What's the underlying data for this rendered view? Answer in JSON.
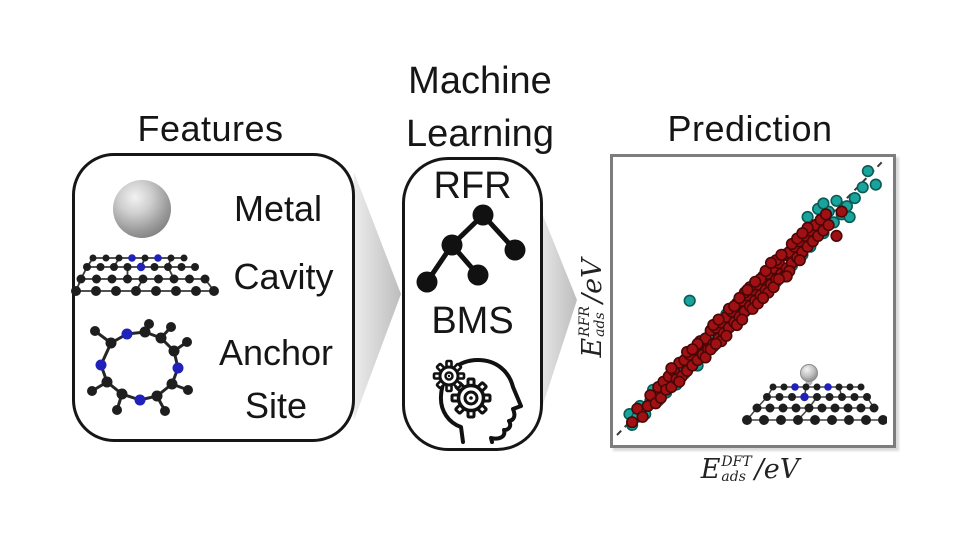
{
  "figure": {
    "features": {
      "title": "Features",
      "metal_label": "Metal",
      "cavity_label": "Cavity",
      "anchor_line1": "Anchor",
      "anchor_line2": "Site"
    },
    "ml": {
      "title_line1": "Machine",
      "title_line2": "Learning",
      "method1": "RFR",
      "method2": "BMS"
    },
    "prediction": {
      "title": "Prediction",
      "y_axis": {
        "var": "E",
        "sup": "RFR",
        "sub": "ads",
        "unit": "/eV"
      },
      "x_axis": {
        "var": "E",
        "sup": "DFT",
        "sub": "ads",
        "unit": "/eV"
      }
    }
  },
  "colors": {
    "teal_fill": "#18a49d",
    "teal_stroke": "#0a5a55",
    "red_fill": "#a01113",
    "red_stroke": "#4a0607",
    "dashed_line": "#3a3a3a",
    "frame": "#7d7d7d",
    "nitrogen_blue": "#2020bb",
    "carbon_dark": "#1e1e1e"
  },
  "chart_data": {
    "type": "scatter",
    "title": "Prediction",
    "xlabel": "E_ads^DFT / eV",
    "ylabel": "E_ads^RFR / eV",
    "ticks": "none (unlabeled parity plot)",
    "parity_line": true,
    "axis_range_normalized": [
      0,
      1
    ],
    "series": [
      {
        "name": "teal-points",
        "points": [
          [
            0.04,
            0.07
          ],
          [
            0.05,
            0.03
          ],
          [
            0.07,
            0.06
          ],
          [
            0.08,
            0.1
          ],
          [
            0.1,
            0.07
          ],
          [
            0.12,
            0.12
          ],
          [
            0.13,
            0.16
          ],
          [
            0.15,
            0.12
          ],
          [
            0.16,
            0.17
          ],
          [
            0.18,
            0.15
          ],
          [
            0.2,
            0.22
          ],
          [
            0.22,
            0.18
          ],
          [
            0.23,
            0.25
          ],
          [
            0.25,
            0.22
          ],
          [
            0.27,
            0.49
          ],
          [
            0.28,
            0.27
          ],
          [
            0.3,
            0.25
          ],
          [
            0.31,
            0.33
          ],
          [
            0.33,
            0.3
          ],
          [
            0.35,
            0.37
          ],
          [
            0.36,
            0.32
          ],
          [
            0.38,
            0.4
          ],
          [
            0.4,
            0.36
          ],
          [
            0.41,
            0.44
          ],
          [
            0.43,
            0.4
          ],
          [
            0.45,
            0.47
          ],
          [
            0.46,
            0.42
          ],
          [
            0.48,
            0.5
          ],
          [
            0.5,
            0.46
          ],
          [
            0.51,
            0.54
          ],
          [
            0.53,
            0.49
          ],
          [
            0.55,
            0.57
          ],
          [
            0.56,
            0.52
          ],
          [
            0.58,
            0.61
          ],
          [
            0.6,
            0.56
          ],
          [
            0.61,
            0.64
          ],
          [
            0.63,
            0.59
          ],
          [
            0.65,
            0.67
          ],
          [
            0.66,
            0.62
          ],
          [
            0.68,
            0.71
          ],
          [
            0.7,
            0.66
          ],
          [
            0.71,
            0.74
          ],
          [
            0.73,
            0.69
          ],
          [
            0.75,
            0.77
          ],
          [
            0.76,
            0.83
          ],
          [
            0.78,
            0.74
          ],
          [
            0.8,
            0.82
          ],
          [
            0.82,
            0.78
          ],
          [
            0.83,
            0.86
          ],
          [
            0.85,
            0.81
          ],
          [
            0.87,
            0.84
          ],
          [
            0.88,
            0.8
          ],
          [
            0.9,
            0.87
          ],
          [
            0.93,
            0.91
          ],
          [
            0.95,
            0.97
          ],
          [
            0.98,
            0.92
          ],
          [
            0.78,
            0.85
          ],
          [
            0.72,
            0.8
          ]
        ]
      },
      {
        "name": "dark-red-points",
        "points": [
          [
            0.05,
            0.04
          ],
          [
            0.07,
            0.09
          ],
          [
            0.09,
            0.06
          ],
          [
            0.11,
            0.1
          ],
          [
            0.12,
            0.14
          ],
          [
            0.14,
            0.11
          ],
          [
            0.15,
            0.17
          ],
          [
            0.16,
            0.13
          ],
          [
            0.17,
            0.19
          ],
          [
            0.18,
            0.16
          ],
          [
            0.19,
            0.21
          ],
          [
            0.2,
            0.17
          ],
          [
            0.21,
            0.23
          ],
          [
            0.22,
            0.2
          ],
          [
            0.23,
            0.26
          ],
          [
            0.24,
            0.21
          ],
          [
            0.25,
            0.27
          ],
          [
            0.26,
            0.23
          ],
          [
            0.27,
            0.29
          ],
          [
            0.28,
            0.25
          ],
          [
            0.29,
            0.31
          ],
          [
            0.3,
            0.27
          ],
          [
            0.31,
            0.34
          ],
          [
            0.32,
            0.29
          ],
          [
            0.33,
            0.35
          ],
          [
            0.34,
            0.31
          ],
          [
            0.35,
            0.38
          ],
          [
            0.36,
            0.33
          ],
          [
            0.37,
            0.39
          ],
          [
            0.38,
            0.35
          ],
          [
            0.39,
            0.41
          ],
          [
            0.4,
            0.37
          ],
          [
            0.41,
            0.43
          ],
          [
            0.42,
            0.39
          ],
          [
            0.43,
            0.45
          ],
          [
            0.44,
            0.41
          ],
          [
            0.45,
            0.48
          ],
          [
            0.46,
            0.43
          ],
          [
            0.47,
            0.49
          ],
          [
            0.48,
            0.45
          ],
          [
            0.49,
            0.51
          ],
          [
            0.5,
            0.47
          ],
          [
            0.51,
            0.53
          ],
          [
            0.52,
            0.49
          ],
          [
            0.53,
            0.55
          ],
          [
            0.54,
            0.51
          ],
          [
            0.55,
            0.58
          ],
          [
            0.56,
            0.53
          ],
          [
            0.57,
            0.59
          ],
          [
            0.58,
            0.55
          ],
          [
            0.59,
            0.61
          ],
          [
            0.6,
            0.57
          ],
          [
            0.61,
            0.63
          ],
          [
            0.62,
            0.59
          ],
          [
            0.63,
            0.66
          ],
          [
            0.64,
            0.61
          ],
          [
            0.65,
            0.67
          ],
          [
            0.66,
            0.63
          ],
          [
            0.67,
            0.69
          ],
          [
            0.68,
            0.65
          ],
          [
            0.69,
            0.71
          ],
          [
            0.7,
            0.67
          ],
          [
            0.71,
            0.73
          ],
          [
            0.72,
            0.69
          ],
          [
            0.73,
            0.75
          ],
          [
            0.74,
            0.71
          ],
          [
            0.75,
            0.77
          ],
          [
            0.76,
            0.73
          ],
          [
            0.77,
            0.79
          ],
          [
            0.78,
            0.75
          ],
          [
            0.79,
            0.81
          ],
          [
            0.8,
            0.77
          ],
          [
            0.83,
            0.73
          ],
          [
            0.85,
            0.82
          ],
          [
            0.3,
            0.33
          ],
          [
            0.33,
            0.28
          ],
          [
            0.36,
            0.4
          ],
          [
            0.39,
            0.34
          ],
          [
            0.42,
            0.46
          ],
          [
            0.45,
            0.4
          ],
          [
            0.48,
            0.52
          ],
          [
            0.51,
            0.46
          ],
          [
            0.54,
            0.57
          ],
          [
            0.57,
            0.52
          ],
          [
            0.6,
            0.64
          ],
          [
            0.63,
            0.58
          ],
          [
            0.66,
            0.7
          ],
          [
            0.69,
            0.64
          ],
          [
            0.72,
            0.76
          ],
          [
            0.44,
            0.47
          ],
          [
            0.47,
            0.42
          ],
          [
            0.5,
            0.54
          ],
          [
            0.53,
            0.48
          ],
          [
            0.56,
            0.6
          ],
          [
            0.59,
            0.54
          ],
          [
            0.62,
            0.66
          ],
          [
            0.65,
            0.6
          ],
          [
            0.68,
            0.72
          ],
          [
            0.35,
            0.31
          ],
          [
            0.38,
            0.42
          ],
          [
            0.41,
            0.36
          ],
          [
            0.26,
            0.3
          ],
          [
            0.23,
            0.19
          ],
          [
            0.2,
            0.24
          ],
          [
            0.52,
            0.56
          ],
          [
            0.58,
            0.63
          ],
          [
            0.64,
            0.58
          ],
          [
            0.7,
            0.74
          ],
          [
            0.28,
            0.31
          ],
          [
            0.55,
            0.5
          ],
          [
            0.61,
            0.57
          ],
          [
            0.49,
            0.53
          ],
          [
            0.46,
            0.5
          ],
          [
            0.37,
            0.33
          ]
        ]
      }
    ]
  }
}
